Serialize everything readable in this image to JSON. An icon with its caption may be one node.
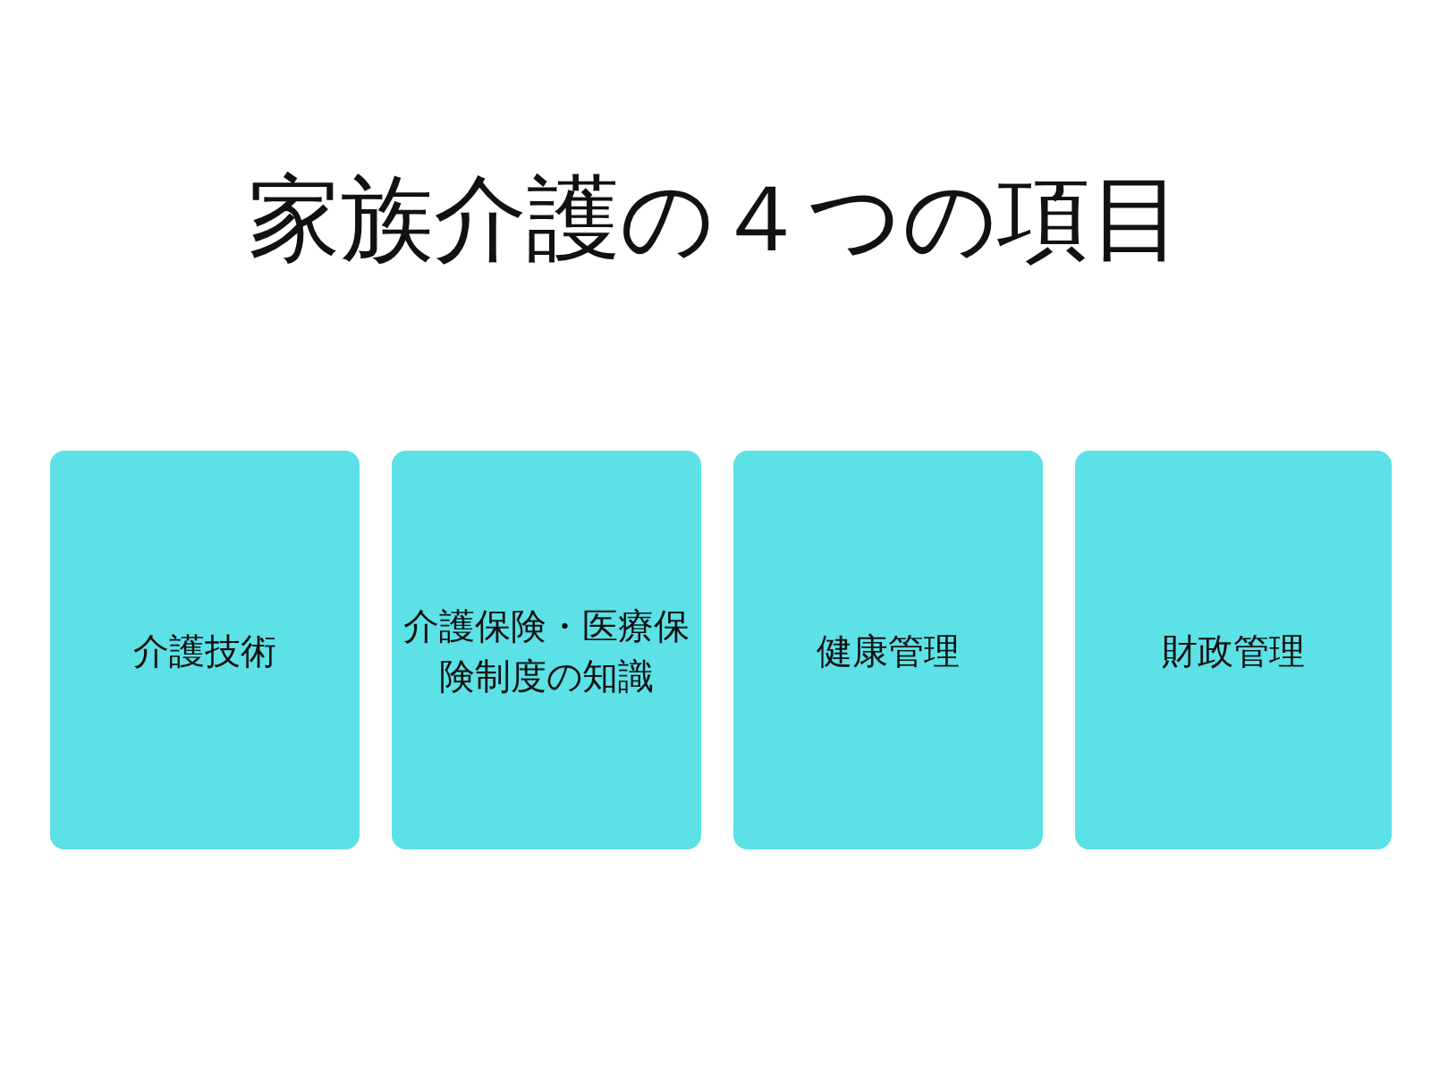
{
  "diagram": {
    "title": "家族介護の４つの項目",
    "nodes": [
      {
        "text": [
          "介護技術"
        ]
      },
      {
        "text": [
          "介護保険・医療保険制度の知識"
        ]
      },
      {
        "text": [
          "健康管理"
        ]
      },
      {
        "text": [
          "財政管理"
        ]
      }
    ]
  }
}
